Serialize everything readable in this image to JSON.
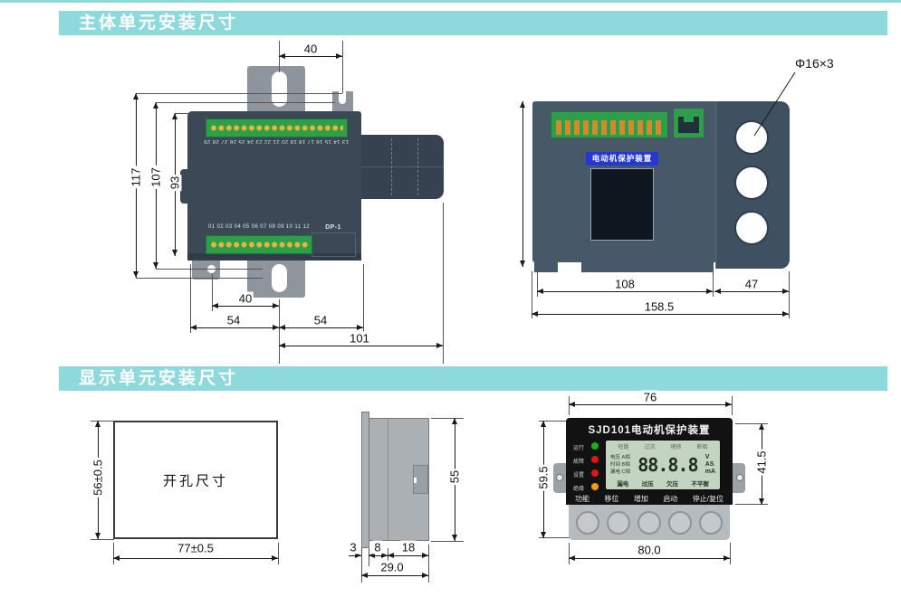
{
  "header": {
    "section1": "主体单元安装尺寸",
    "section2": "显示单元安装尺寸"
  },
  "colors": {
    "accent": "#8ed9dc",
    "device_body": "#3b4855",
    "device_body_side": "#475868",
    "terminal_green": "#2f9e4a",
    "terminal_dot": "#e8b43a",
    "label_blue": "#2438d8",
    "lcd_green": "#c3d4c0",
    "led_green": "#19b019",
    "led_red": "#e01616",
    "led_orange": "#f29a0e"
  },
  "main_unit_front": {
    "terminals_top": "13 14 15 16 17 18 19 20 21 22 23 24 25 26 27 28 29",
    "terminals_bottom": "01 02 03 04 05 06 07 08 09 10 11 12",
    "port_label": "DP-1",
    "dims": {
      "top_width": "40",
      "height_outer": "117",
      "height_mid": "107",
      "height_body": "93",
      "bottom_hole": "40",
      "bottom_left": "54",
      "bottom_right": "54",
      "bottom_total": "101"
    }
  },
  "main_unit_side": {
    "device_label": "电动机保护装置",
    "hole_note": "Φ16×3",
    "dims": {
      "body_width": "108",
      "ct_width": "47",
      "total_width": "158.5"
    }
  },
  "display_unit": {
    "cutout": {
      "label": "开孔尺寸",
      "dims": {
        "height": "56±0.5",
        "width": "77±0.5"
      }
    },
    "side": {
      "dims": {
        "front_lip": "3",
        "mid": "8",
        "rear": "18",
        "depth_total": "29.0",
        "height": "55"
      }
    },
    "front": {
      "title": "SJD101电动机保护装置",
      "leds": [
        {
          "label": "运行",
          "color": "#19b019"
        },
        {
          "label": "故障",
          "color": "#e01616"
        },
        {
          "label": "设置",
          "color": "#e01616"
        },
        {
          "label": "绝缘",
          "color": "#f29a0e"
        }
      ],
      "lcd": {
        "annunciators_top": [
          "短路",
          "过流",
          "堵转",
          "断相"
        ],
        "left_rows": [
          "电压 A相",
          "时间 B相",
          "漏电 C相"
        ],
        "value": "88.8.8",
        "units": [
          "V",
          "AS",
          "mA"
        ],
        "annunciators_bottom": [
          "漏电",
          "过压",
          "欠压",
          "不平衡"
        ]
      },
      "buttons": [
        "功能",
        "移位",
        "增加",
        "启动",
        "停止/复位"
      ],
      "dims": {
        "panel_width": "76",
        "height_total": "59.5",
        "panel_height": "41.5",
        "bottom_width": "80.0"
      }
    }
  }
}
